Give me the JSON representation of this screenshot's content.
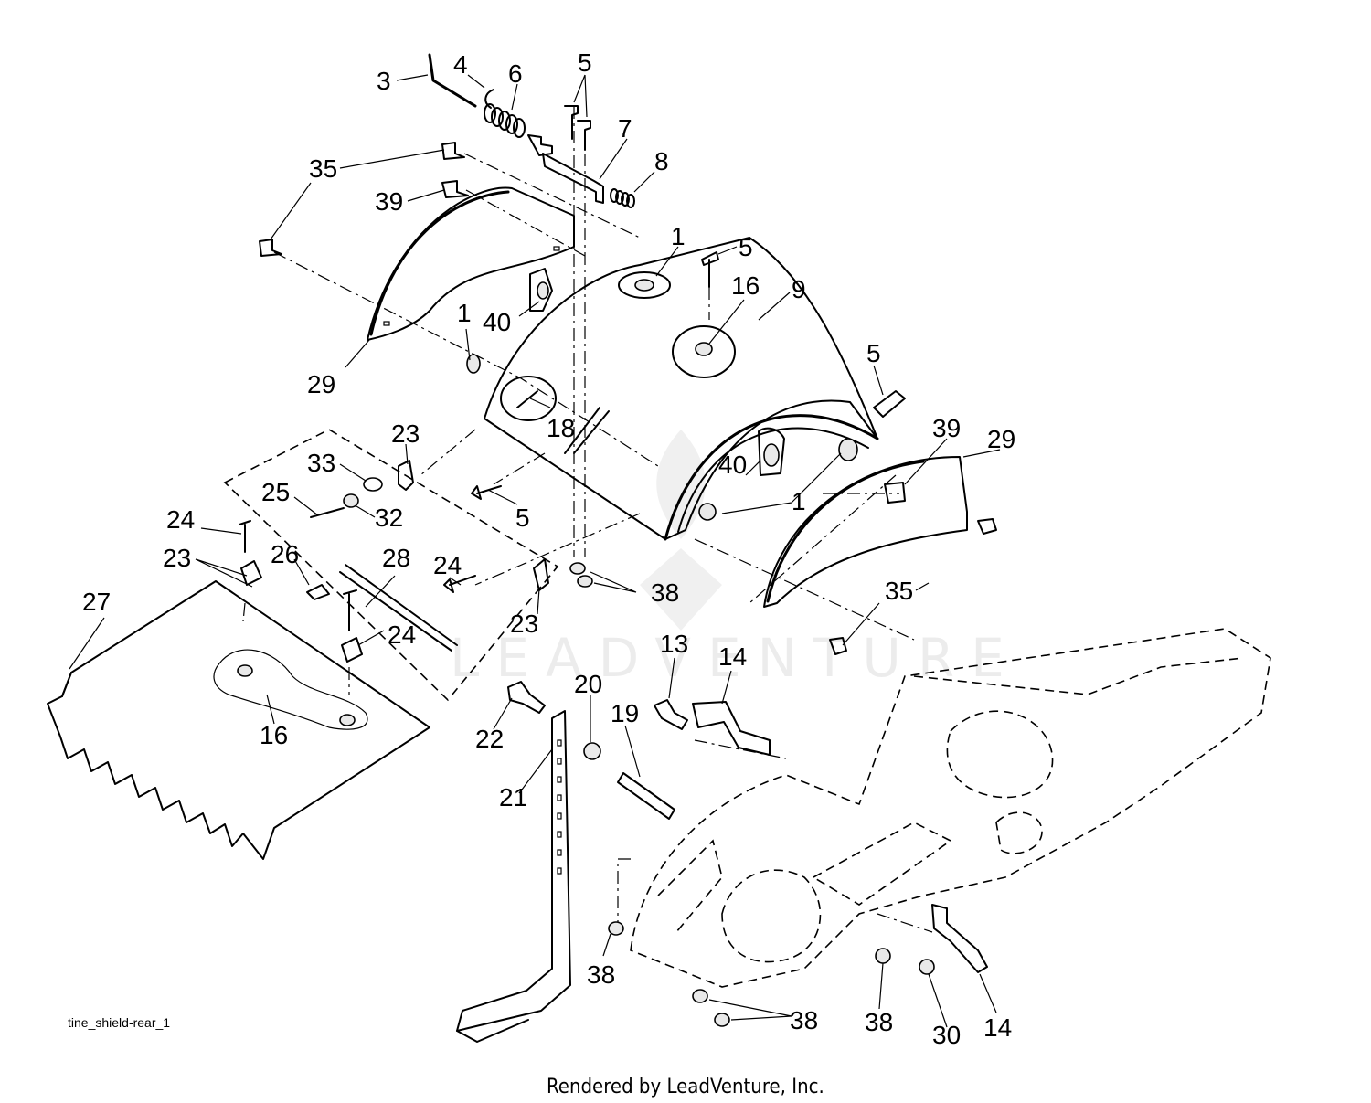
{
  "diagram": {
    "caption": "tine_shield-rear_1",
    "footer": "Rendered by LeadVenture, Inc.",
    "watermark": "LEADVENTURE",
    "callouts": [
      "3",
      "4",
      "6",
      "5",
      "7",
      "8",
      "35",
      "39",
      "1",
      "5",
      "16",
      "9",
      "40",
      "1",
      "29",
      "5",
      "39",
      "29",
      "18",
      "23",
      "33",
      "25",
      "32",
      "5",
      "40",
      "1",
      "24",
      "23",
      "26",
      "28",
      "24",
      "23",
      "38",
      "27",
      "24",
      "35",
      "13",
      "14",
      "20",
      "19",
      "22",
      "16",
      "21",
      "38",
      "38",
      "38",
      "30",
      "14"
    ]
  }
}
